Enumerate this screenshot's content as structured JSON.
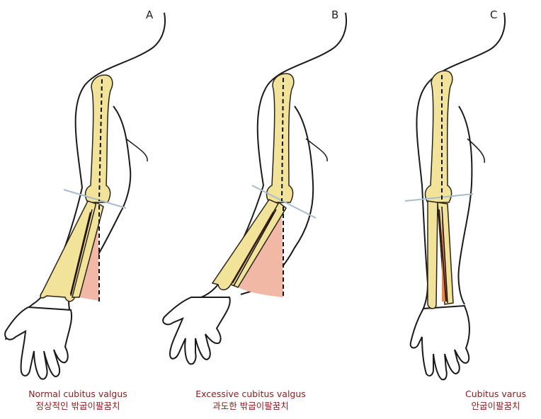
{
  "panels": [
    {
      "letter": "A",
      "caption_en": "Normal cubitus valgus",
      "caption_ko": "정상적인 밖굽이팔꿈치"
    },
    {
      "letter": "B",
      "caption_en": "Excessive cubitus valgus",
      "caption_ko": "과도한 밖굽이팔꿈치"
    },
    {
      "letter": "C",
      "caption_en": "Cubitus varus",
      "caption_ko": "안굽이팔꿈치"
    }
  ],
  "colors": {
    "bone": "#f2e39a",
    "bone_outline": "#2a2418",
    "angle_fill": "#f2b8a6",
    "caption": "#8b1a1a",
    "joint_line": "#a9bccb",
    "outline": "#1a1a1a"
  }
}
